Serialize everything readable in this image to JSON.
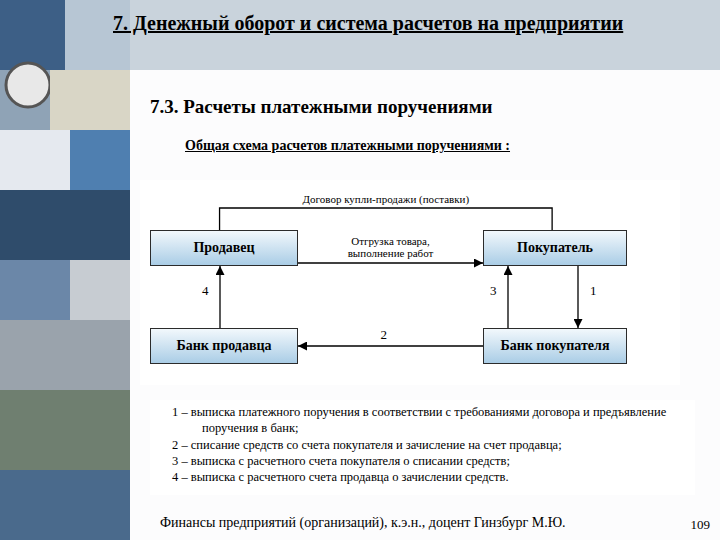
{
  "diagram": {
    "title": "7. Денежный оборот и система расчетов на предприятии",
    "caption": "Финансы предприятий (организаций), к.э.н., доцент Гинзбург М.Ю.",
    "nodes": [
      {
        "text": [
          "Продавец"
        ]
      },
      {
        "text": [
          "Покупатель"
        ]
      },
      {
        "text": [
          "Банк продавца"
        ]
      },
      {
        "text": [
          "Банк покупателя"
        ]
      }
    ],
    "edges": [
      {
        "from": 0,
        "to": 1,
        "label": "Договор купли-продажи (поставки)",
        "arrow": "none"
      },
      {
        "from": 0,
        "to": 1,
        "label": "Отгрузка товара, выполнение работ",
        "arrow": "to"
      },
      {
        "from": 1,
        "to": 3,
        "label": "1",
        "arrow": "to"
      },
      {
        "from": 3,
        "to": 2,
        "label": "2",
        "arrow": "to"
      },
      {
        "from": 3,
        "to": 1,
        "label": "3",
        "arrow": "to"
      },
      {
        "from": 2,
        "to": 0,
        "label": "4",
        "arrow": "to"
      }
    ],
    "labels": [
      "7.3. Расчеты платежными поручениями",
      "Общая схема расчетов платежными поручениями :",
      "1 – выписка платежного поручения в соответствии с требованиями договора и предъявление поручения в банк;",
      "2 – списание средств со счета покупателя и зачисление на счет продавца;",
      "3 – выписка с расчетного счета покупателя о списании средств;",
      "4 – выписка с расчетного счета продавца о зачислении средств.",
      "109"
    ]
  }
}
